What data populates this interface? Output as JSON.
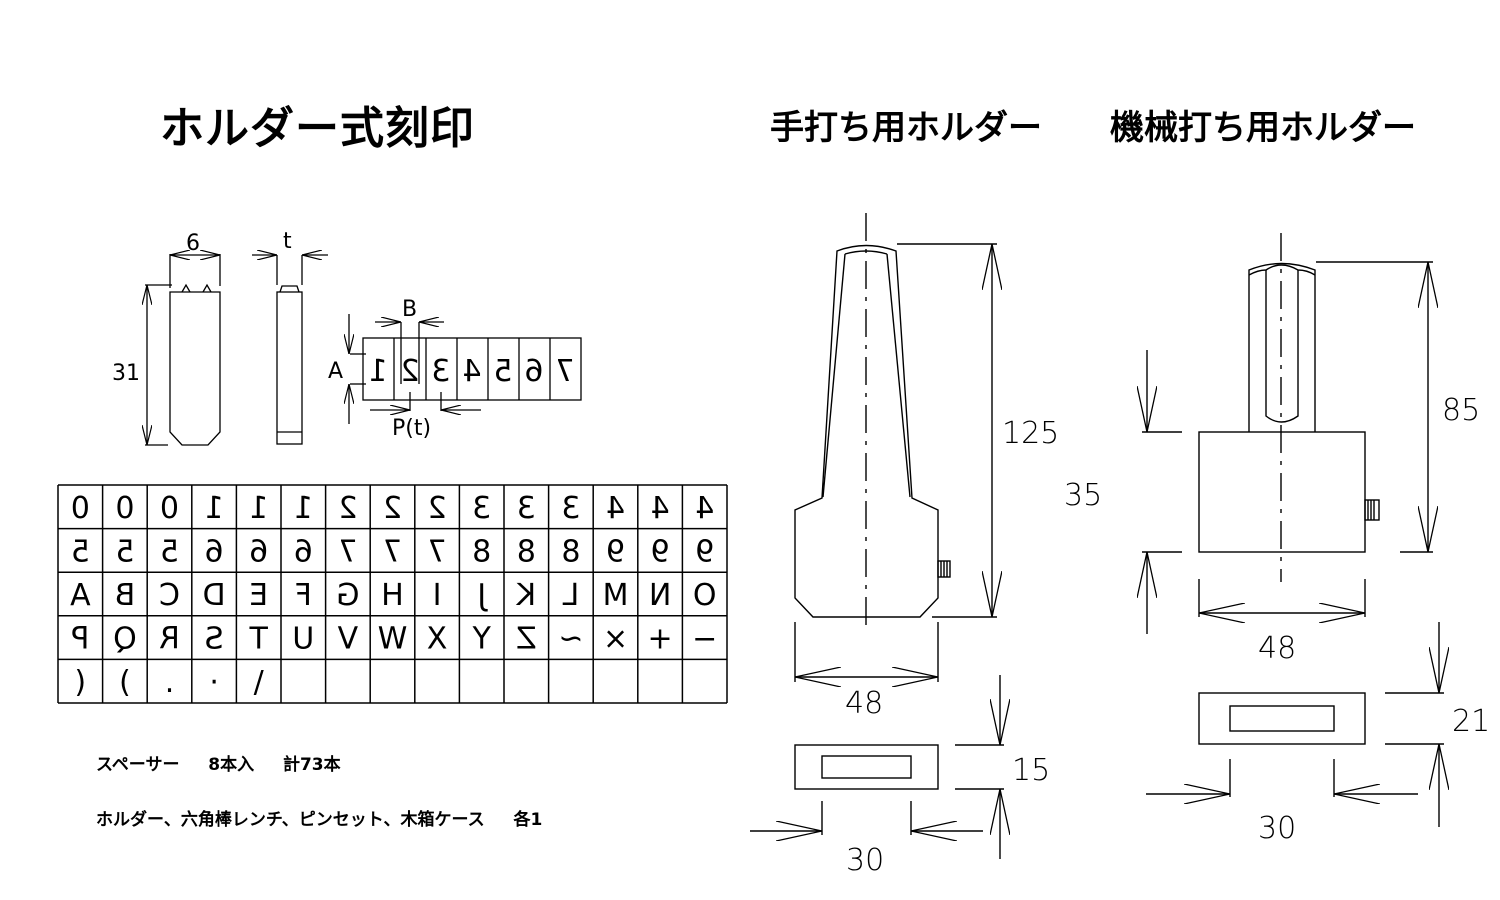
{
  "titles": {
    "main": "ホルダー式刻印",
    "hand_holder": "手打ち用ホルダー",
    "machine_holder": "機械打ち用ホルダー"
  },
  "stamp_piece": {
    "width_label": "6",
    "thickness_label": "t",
    "height_label": "31",
    "char_height_label": "A",
    "char_width_label": "B",
    "pitch_label": "P(t)",
    "sample_chars": [
      "1",
      "2",
      "3",
      "4",
      "5",
      "6",
      "7"
    ]
  },
  "character_grid": {
    "columns": 15,
    "rows": [
      [
        "0",
        "0",
        "0",
        "1",
        "1",
        "1",
        "2",
        "2",
        "2",
        "3",
        "3",
        "3",
        "4",
        "4",
        "4"
      ],
      [
        "5",
        "5",
        "5",
        "6",
        "6",
        "6",
        "7",
        "7",
        "7",
        "8",
        "8",
        "8",
        "9",
        "9",
        "9"
      ],
      [
        "A",
        "B",
        "C",
        "D",
        "E",
        "F",
        "G",
        "H",
        "I",
        "J",
        "K",
        "L",
        "M",
        "N",
        "O"
      ],
      [
        "P",
        "Q",
        "R",
        "S",
        "T",
        "U",
        "V",
        "W",
        "X",
        "Y",
        "Z",
        "~",
        "×",
        "+",
        "−"
      ],
      [
        "(",
        ")",
        ".",
        "·",
        "\\",
        "",
        "",
        "",
        "",
        "",
        "",
        "",
        "",
        "",
        ""
      ]
    ],
    "mirrored": true
  },
  "notes": {
    "spacer": "スペーサー　  8本入　  計73本",
    "accessories": "ホルダー、六角棒レンチ、ピンセット、木箱ケース　  各1"
  },
  "hand_holder": {
    "height_label": "125",
    "width_label": "48",
    "depth_label": "15",
    "slot_width_label": "30"
  },
  "machine_holder": {
    "total_height_label": "85",
    "body_height_label": "35",
    "width_label": "48",
    "depth_label": "21",
    "slot_width_label": "30"
  }
}
